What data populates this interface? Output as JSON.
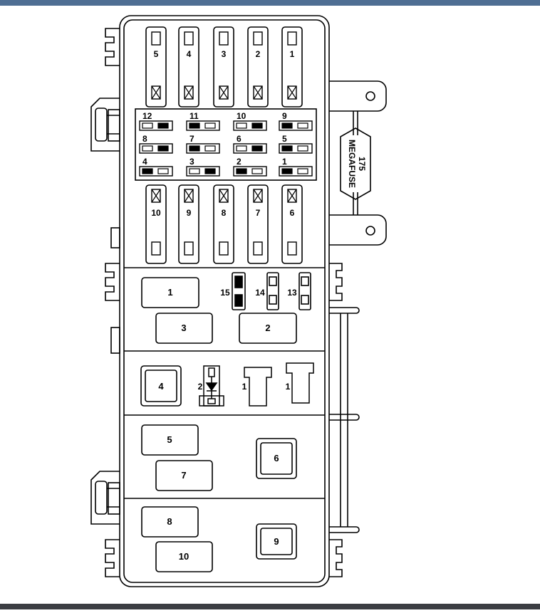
{
  "colors": {
    "top_bar": "#4f6e93",
    "bottom_bar": "#3b3d42",
    "ink": "#000000",
    "paper": "#ffffff"
  },
  "maxi_fuses_top": [
    "5",
    "4",
    "3",
    "2",
    "1"
  ],
  "mini_fuses": {
    "rows": [
      [
        "12",
        "11",
        "10",
        "9"
      ],
      [
        "8",
        "7",
        "6",
        "5"
      ],
      [
        "4",
        "3",
        "2",
        "1"
      ]
    ]
  },
  "maxi_fuses_bottom": [
    "10",
    "9",
    "8",
    "7",
    "6"
  ],
  "megafuse": {
    "rating": "175",
    "label": "MEGAFUSE"
  },
  "relays": {
    "r1": "1",
    "r2": "2",
    "r3": "3",
    "r4": "4",
    "r5": "5",
    "r6": "6",
    "r7": "7",
    "r8": "8",
    "r9": "9",
    "r10": "10"
  },
  "small_fuses": {
    "f13": "13",
    "f14": "14",
    "f15": "15"
  },
  "diode": {
    "label": "2"
  },
  "plug_connectors": {
    "left": "1",
    "right": "1"
  }
}
